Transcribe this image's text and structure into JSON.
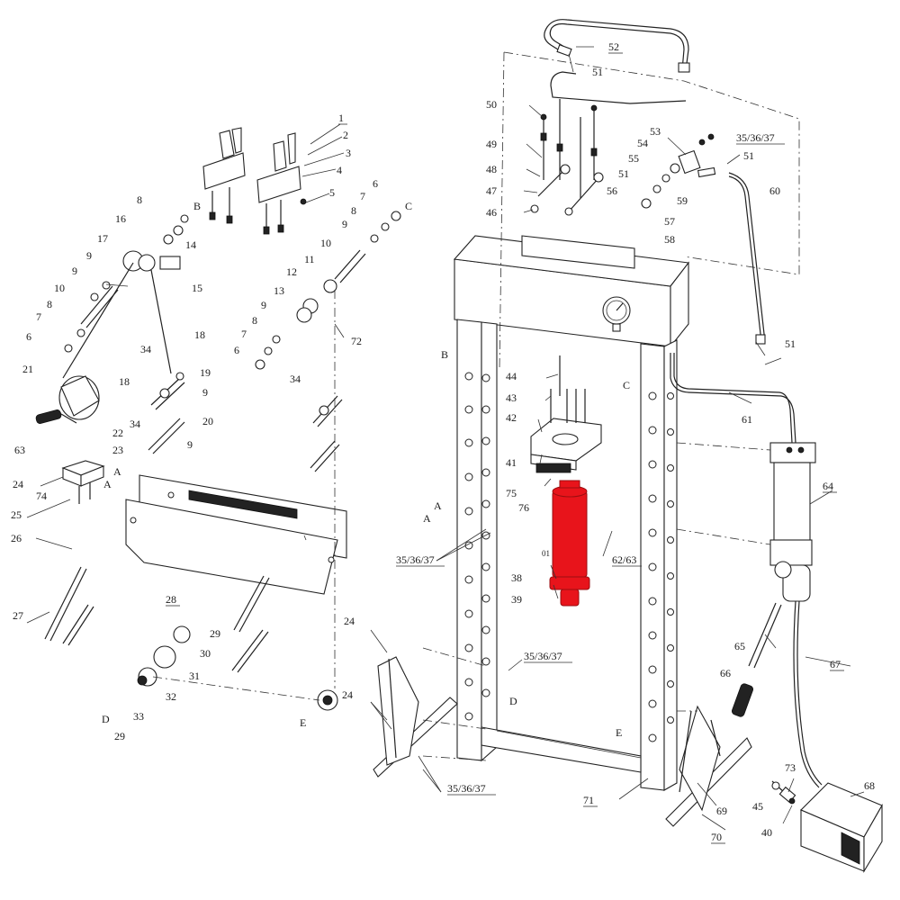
{
  "diagram": {
    "highlight_color": "#e8141b",
    "line_color": "#222222",
    "callouts": [
      {
        "id": "c1",
        "text": "1"
      },
      {
        "id": "c2",
        "text": "2"
      },
      {
        "id": "c3",
        "text": "3"
      },
      {
        "id": "c4",
        "text": "4"
      },
      {
        "id": "c5",
        "text": "5"
      },
      {
        "id": "c6a",
        "text": "6"
      },
      {
        "id": "c6b",
        "text": "6"
      },
      {
        "id": "c6c",
        "text": "6"
      },
      {
        "id": "c7a",
        "text": "7"
      },
      {
        "id": "c7b",
        "text": "7"
      },
      {
        "id": "c7c",
        "text": "7"
      },
      {
        "id": "c8a",
        "text": "8"
      },
      {
        "id": "c8b",
        "text": "8"
      },
      {
        "id": "c8c",
        "text": "8"
      },
      {
        "id": "c8d",
        "text": "8"
      },
      {
        "id": "c9a",
        "text": "9"
      },
      {
        "id": "c9b",
        "text": "9"
      },
      {
        "id": "c9c",
        "text": "9"
      },
      {
        "id": "c9d",
        "text": "9"
      },
      {
        "id": "c9e",
        "text": "9"
      },
      {
        "id": "c9f",
        "text": "9"
      },
      {
        "id": "c10a",
        "text": "10"
      },
      {
        "id": "c10b",
        "text": "10"
      },
      {
        "id": "c11",
        "text": "11"
      },
      {
        "id": "c12",
        "text": "12"
      },
      {
        "id": "c13",
        "text": "13"
      },
      {
        "id": "c14",
        "text": "14"
      },
      {
        "id": "c15",
        "text": "15"
      },
      {
        "id": "c16",
        "text": "16"
      },
      {
        "id": "c17",
        "text": "17"
      },
      {
        "id": "c18a",
        "text": "18"
      },
      {
        "id": "c18b",
        "text": "18"
      },
      {
        "id": "c19",
        "text": "19"
      },
      {
        "id": "c20",
        "text": "20"
      },
      {
        "id": "c21",
        "text": "21"
      },
      {
        "id": "c22",
        "text": "22"
      },
      {
        "id": "c23",
        "text": "23"
      },
      {
        "id": "c24a",
        "text": "24"
      },
      {
        "id": "c24b",
        "text": "24"
      },
      {
        "id": "c24c",
        "text": "24"
      },
      {
        "id": "c25",
        "text": "25"
      },
      {
        "id": "c26",
        "text": "26"
      },
      {
        "id": "c27",
        "text": "27"
      },
      {
        "id": "c28",
        "text": "28"
      },
      {
        "id": "c29a",
        "text": "29"
      },
      {
        "id": "c29b",
        "text": "29"
      },
      {
        "id": "c30",
        "text": "30"
      },
      {
        "id": "c31",
        "text": "31"
      },
      {
        "id": "c32",
        "text": "32"
      },
      {
        "id": "c33",
        "text": "33"
      },
      {
        "id": "c34a",
        "text": "34"
      },
      {
        "id": "c34b",
        "text": "34"
      },
      {
        "id": "c34c",
        "text": "34"
      },
      {
        "id": "c353637a",
        "text": "35/36/37"
      },
      {
        "id": "c353637b",
        "text": "35/36/37"
      },
      {
        "id": "c353637c",
        "text": "35/36/37"
      },
      {
        "id": "c353637d",
        "text": "35/36/37"
      },
      {
        "id": "c38",
        "text": "38"
      },
      {
        "id": "c39",
        "text": "39"
      },
      {
        "id": "c40",
        "text": "40"
      },
      {
        "id": "c41",
        "text": "41"
      },
      {
        "id": "c42",
        "text": "42"
      },
      {
        "id": "c43",
        "text": "43"
      },
      {
        "id": "c44",
        "text": "44"
      },
      {
        "id": "c45",
        "text": "45"
      },
      {
        "id": "c46",
        "text": "46"
      },
      {
        "id": "c47",
        "text": "47"
      },
      {
        "id": "c48",
        "text": "48"
      },
      {
        "id": "c49",
        "text": "49"
      },
      {
        "id": "c50",
        "text": "50"
      },
      {
        "id": "c51a",
        "text": "51"
      },
      {
        "id": "c51b",
        "text": "51"
      },
      {
        "id": "c51c",
        "text": "51"
      },
      {
        "id": "c51d",
        "text": "51"
      },
      {
        "id": "c52",
        "text": "52"
      },
      {
        "id": "c53",
        "text": "53"
      },
      {
        "id": "c54",
        "text": "54"
      },
      {
        "id": "c55",
        "text": "55"
      },
      {
        "id": "c56",
        "text": "56"
      },
      {
        "id": "c57",
        "text": "57"
      },
      {
        "id": "c58",
        "text": "58"
      },
      {
        "id": "c59",
        "text": "59"
      },
      {
        "id": "c60",
        "text": "60"
      },
      {
        "id": "c61",
        "text": "61"
      },
      {
        "id": "c6263",
        "text": "62/63"
      },
      {
        "id": "c63",
        "text": "63"
      },
      {
        "id": "c64",
        "text": "64"
      },
      {
        "id": "c65",
        "text": "65"
      },
      {
        "id": "c66",
        "text": "66"
      },
      {
        "id": "c67",
        "text": "67"
      },
      {
        "id": "c68",
        "text": "68"
      },
      {
        "id": "c69",
        "text": "69"
      },
      {
        "id": "c70",
        "text": "70"
      },
      {
        "id": "c71",
        "text": "71"
      },
      {
        "id": "c72",
        "text": "72"
      },
      {
        "id": "c73",
        "text": "73"
      },
      {
        "id": "c74",
        "text": "74"
      },
      {
        "id": "c75",
        "text": "75"
      },
      {
        "id": "c76",
        "text": "76"
      }
    ],
    "connection_letters": [
      {
        "id": "lA1",
        "text": "A"
      },
      {
        "id": "lA2",
        "text": "A"
      },
      {
        "id": "lA3",
        "text": "A"
      },
      {
        "id": "lA4",
        "text": "A"
      },
      {
        "id": "lB1",
        "text": "B"
      },
      {
        "id": "lB2",
        "text": "B"
      },
      {
        "id": "lC1",
        "text": "C"
      },
      {
        "id": "lC2",
        "text": "C"
      },
      {
        "id": "lD1",
        "text": "D"
      },
      {
        "id": "lD2",
        "text": "D"
      },
      {
        "id": "lE1",
        "text": "E"
      },
      {
        "id": "lE2",
        "text": "E"
      },
      {
        "id": "l01",
        "text": "01"
      }
    ]
  }
}
